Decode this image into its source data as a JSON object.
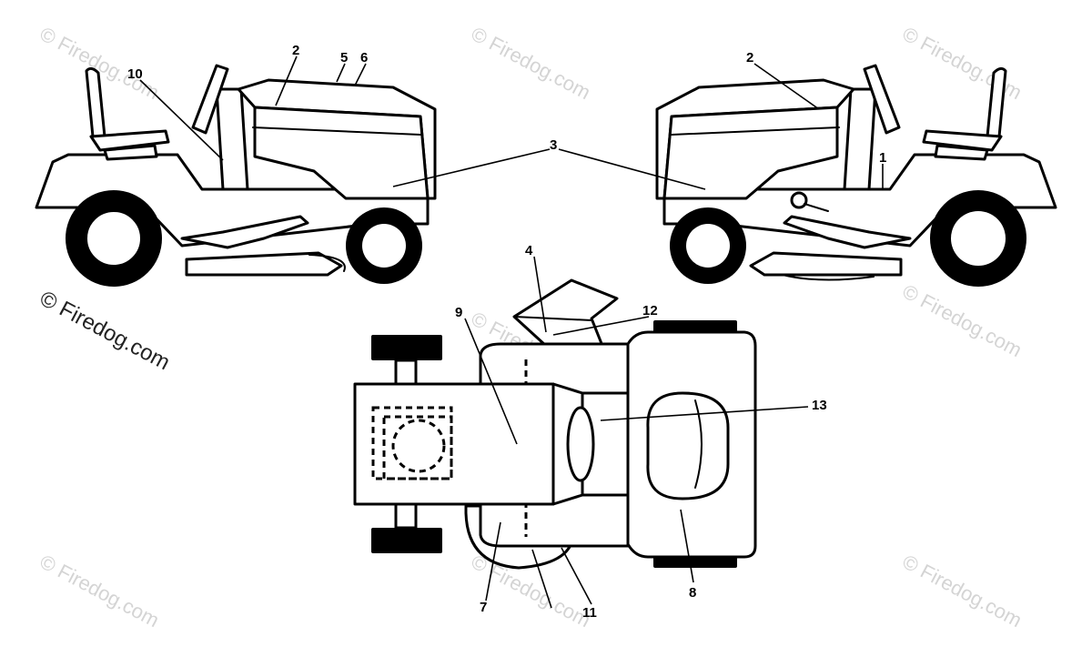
{
  "watermarks": {
    "main": "© Firedog.com",
    "faded": "© Firedog.com"
  },
  "callouts": {
    "c1": "1",
    "c2a": "2",
    "c2b": "2",
    "c3": "3",
    "c4": "4",
    "c5": "5",
    "c6": "6",
    "c7": "7",
    "c8": "8",
    "c9": "9",
    "c10": "10",
    "c11": "11",
    "c12": "12",
    "c13": "13"
  },
  "colors": {
    "line": "#000000",
    "background": "#ffffff",
    "watermark": "#d4d4d4"
  }
}
